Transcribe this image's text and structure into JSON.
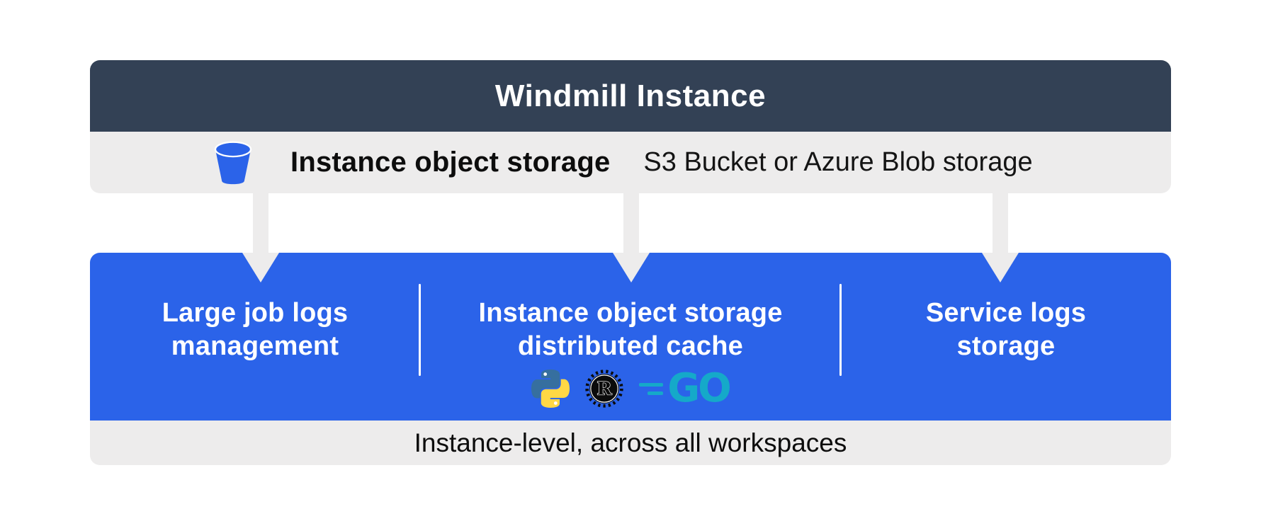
{
  "header": {
    "title": "Windmill Instance"
  },
  "storage_bar": {
    "icon": "bucket-icon",
    "label": "Instance object storage",
    "sublabel": "S3 Bucket or Azure Blob storage"
  },
  "sections": {
    "left": {
      "line1": "Large job logs",
      "line2": "management"
    },
    "middle": {
      "line1": "Instance object storage",
      "line2": "distributed cache",
      "icons": [
        "python-icon",
        "rust-icon",
        "go-icon"
      ]
    },
    "right": {
      "line1": "Service logs",
      "line2": "storage"
    }
  },
  "icons": {
    "rust_letter": "R",
    "go_label": "GO"
  },
  "footer": {
    "label": "Instance-level, across all workspaces"
  },
  "colors": {
    "header_bg": "#334155",
    "bar_bg": "#edecec",
    "accent_blue": "#2b63e9",
    "arrow_gray": "#edecec",
    "go_teal": "#15a9c9",
    "python_blue": "#366f9f",
    "python_yellow": "#ffd845",
    "rust_black": "#0b0b0b",
    "text_light": "#ffffff",
    "text_dark": "#0d0d0d"
  }
}
